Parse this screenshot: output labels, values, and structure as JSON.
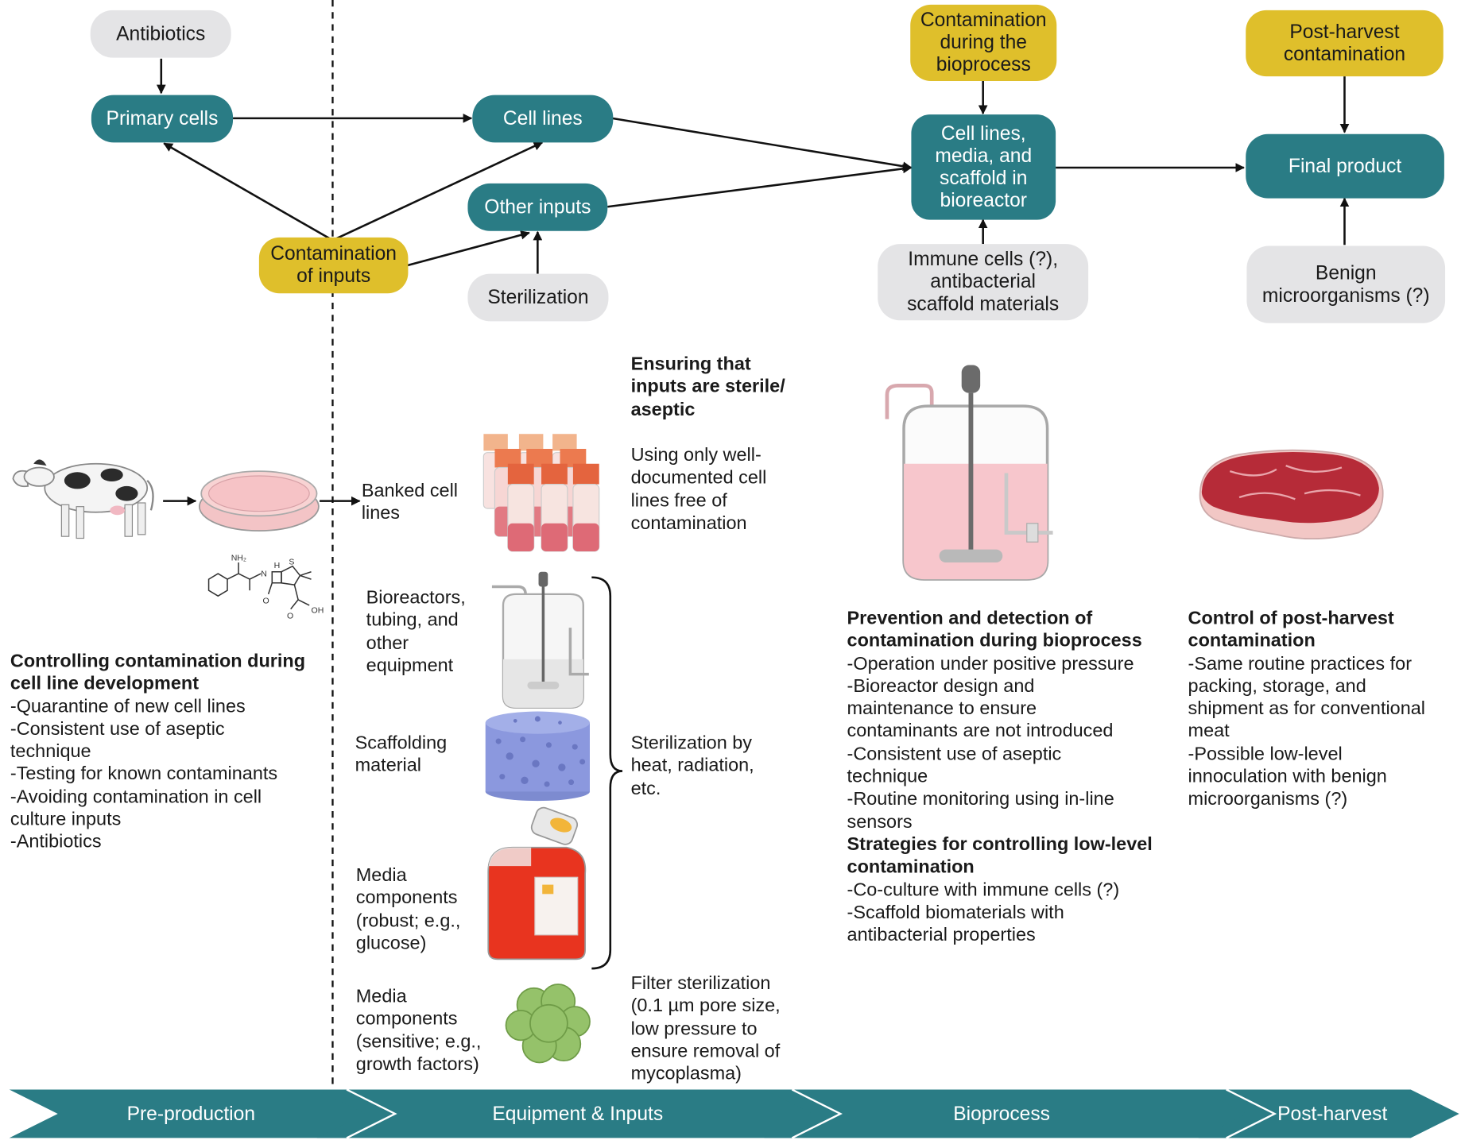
{
  "flow": {
    "antibiotics": "Antibiotics",
    "primary_cells": "Primary cells",
    "cell_lines": "Cell lines",
    "other_inputs": "Other inputs",
    "contamination_inputs": [
      "Contamination",
      "of inputs"
    ],
    "sterilization": "Sterilization",
    "contamination_bioprocess": [
      "Contamination",
      "during the",
      "bioprocess"
    ],
    "bioreactor": [
      "Cell lines,",
      "media, and",
      "scaffold in",
      "bioreactor"
    ],
    "immune": [
      "Immune cells (?),",
      "antibacterial",
      "scaffold materials"
    ],
    "post_harvest_contamination": [
      "Post-harvest",
      "contamination"
    ],
    "final_product": "Final product",
    "benign": [
      "Benign",
      "microorganisms (?)"
    ]
  },
  "inputs_heading": [
    "Ensuring that",
    "inputs are sterile/",
    "aseptic"
  ],
  "rows": {
    "banked": [
      "Banked cell",
      "lines"
    ],
    "banked_desc": [
      "Using only well-",
      "documented  cell",
      "lines free of",
      "contamination"
    ],
    "bioreactors": [
      "Bioreactors,",
      "tubing,  and",
      "other",
      "equipment"
    ],
    "scaffold": [
      "Scaffolding",
      "material"
    ],
    "media_robust": [
      "Media",
      "components",
      "(robust; e.g.,",
      "glucose)"
    ],
    "sterilization_desc": [
      "Sterilization by",
      "heat, radiation,",
      "etc."
    ],
    "media_sensitive": [
      "Media",
      "components",
      "(sensitive; e.g.,",
      "growth factors)"
    ],
    "filter_desc": [
      "Filter sterilization",
      "(0.1 µm pore size,",
      "low pressure to",
      "ensure removal of",
      "mycoplasma)"
    ]
  },
  "molecule_labels": {
    "nh2": "NH₂",
    "n": "N",
    "h": "H",
    "s": "S",
    "o": "O",
    "oh": "OH"
  },
  "preproduction": {
    "heading": [
      "Controlling contamination during",
      "cell line development"
    ],
    "items": [
      "-Quarantine of new cell lines",
      "-Consistent use of aseptic",
      "technique",
      "-Testing for known contaminants",
      "-Avoiding contamination in cell",
      "culture inputs",
      "-Antibiotics"
    ]
  },
  "bioprocess": {
    "heading1": [
      "Prevention and detection of",
      "contamination during bioprocess"
    ],
    "items1": [
      "-Operation under positive pressure",
      "-Bioreactor design and",
      "maintenance to ensure",
      "contaminants are not introduced",
      "-Consistent use of aseptic",
      "technique",
      "-Routine monitoring using in-line",
      "sensors"
    ],
    "heading2": [
      "Strategies for controlling low-level",
      "contamination"
    ],
    "items2": [
      "-Co-culture with immune cells (?)",
      "-Scaffold biomaterials with",
      "antibacterial properties"
    ]
  },
  "postharvest": {
    "heading": [
      "Control of post-harvest",
      "contamination"
    ],
    "items": [
      "-Same routine practices for",
      "packing, storage, and",
      "shipment as for conventional",
      "meat",
      "-Possible low-level",
      "innoculation with benign",
      "microorganisms (?)"
    ]
  },
  "stages": [
    "Pre-production",
    "Equipment & Inputs",
    "Bioprocess",
    "Post-harvest"
  ],
  "colors": {
    "teal": "#2a7c85",
    "yellow": "#dfbf2b",
    "gray": "#e4e4e6",
    "arrow_bar": "#2a7c85"
  }
}
